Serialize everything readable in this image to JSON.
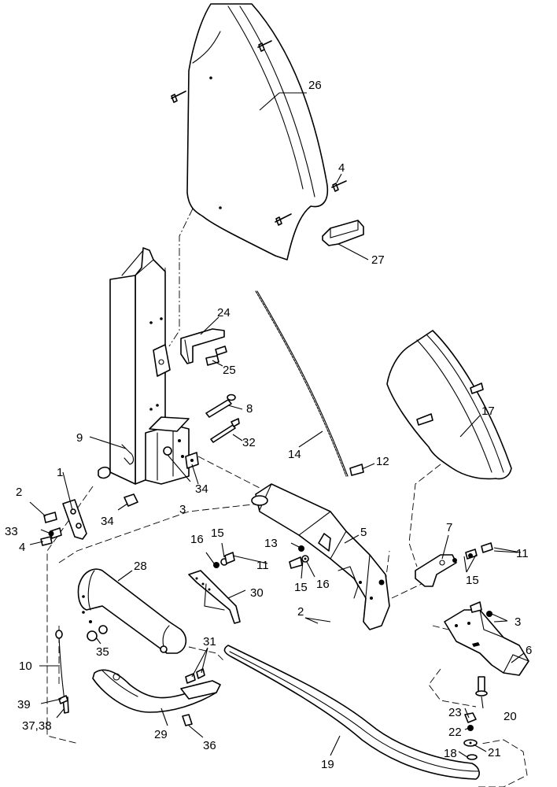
{
  "labels": {
    "l1": "1",
    "l2a": "2",
    "l2b": "2",
    "l3a": "3",
    "l3b": "3",
    "l4a": "4",
    "l4b": "4",
    "l5": "5",
    "l6": "6",
    "l7": "7",
    "l8": "8",
    "l9": "9",
    "l10": "10",
    "l11a": "11",
    "l11b": "11",
    "l12": "12",
    "l13": "13",
    "l14": "14",
    "l15a": "15",
    "l15b": "15",
    "l15c": "15",
    "l16a": "16",
    "l16b": "16",
    "l17": "17",
    "l18": "18",
    "l19": "19",
    "l20": "20",
    "l21": "21",
    "l22": "22",
    "l23": "23",
    "l24": "24",
    "l25": "25",
    "l26": "26",
    "l27": "27",
    "l28": "28",
    "l29": "29",
    "l30": "30",
    "l31": "31",
    "l32": "32",
    "l33": "33",
    "l34a": "34",
    "l34b": "34",
    "l35": "35",
    "l36": "36",
    "l3738": "37,38",
    "l39": "39"
  },
  "colors": {
    "ink": "#000000",
    "paper": "#ffffff"
  }
}
